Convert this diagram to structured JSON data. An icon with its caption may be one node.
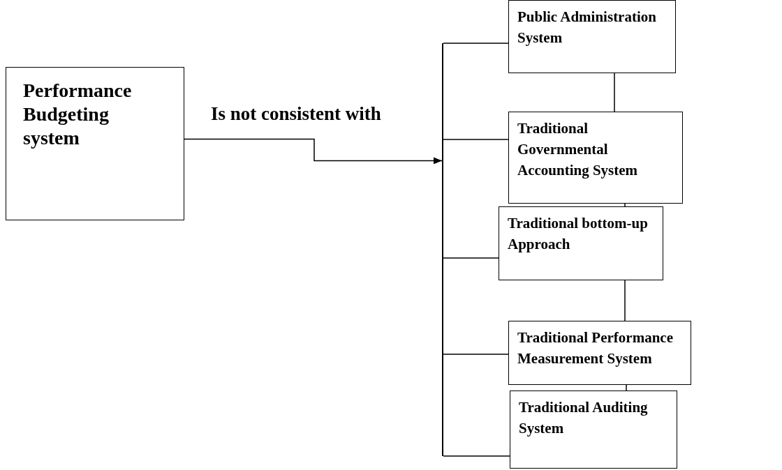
{
  "diagram": {
    "nodes": [
      {
        "text": [
          "Performance Budgeting system"
        ]
      },
      {
        "text": [],
        "shape": "bar"
      },
      {
        "text": [
          "Public Administration System"
        ]
      },
      {
        "text": [
          "Traditional Governmental Accounting System"
        ]
      },
      {
        "text": [
          "Traditional bottom-up Approach"
        ]
      },
      {
        "text": [
          "Traditional Performance Measurement System"
        ]
      },
      {
        "text": [
          "Traditional Auditing System"
        ]
      }
    ],
    "edges": [
      {
        "from": 0,
        "to": 1,
        "arrow": "to",
        "label": "Is not consistent with"
      },
      {
        "from": 1,
        "to": 2,
        "arrow": "none"
      },
      {
        "from": 1,
        "to": 3,
        "arrow": "none"
      },
      {
        "from": 1,
        "to": 4,
        "arrow": "none"
      },
      {
        "from": 1,
        "to": 5,
        "arrow": "none"
      },
      {
        "from": 1,
        "to": 6,
        "arrow": "none"
      },
      {
        "from": 2,
        "to": 3,
        "arrow": "none"
      },
      {
        "from": 3,
        "to": 4,
        "arrow": "none"
      },
      {
        "from": 4,
        "to": 5,
        "arrow": "none"
      },
      {
        "from": 5,
        "to": 6,
        "arrow": "none"
      }
    ]
  }
}
